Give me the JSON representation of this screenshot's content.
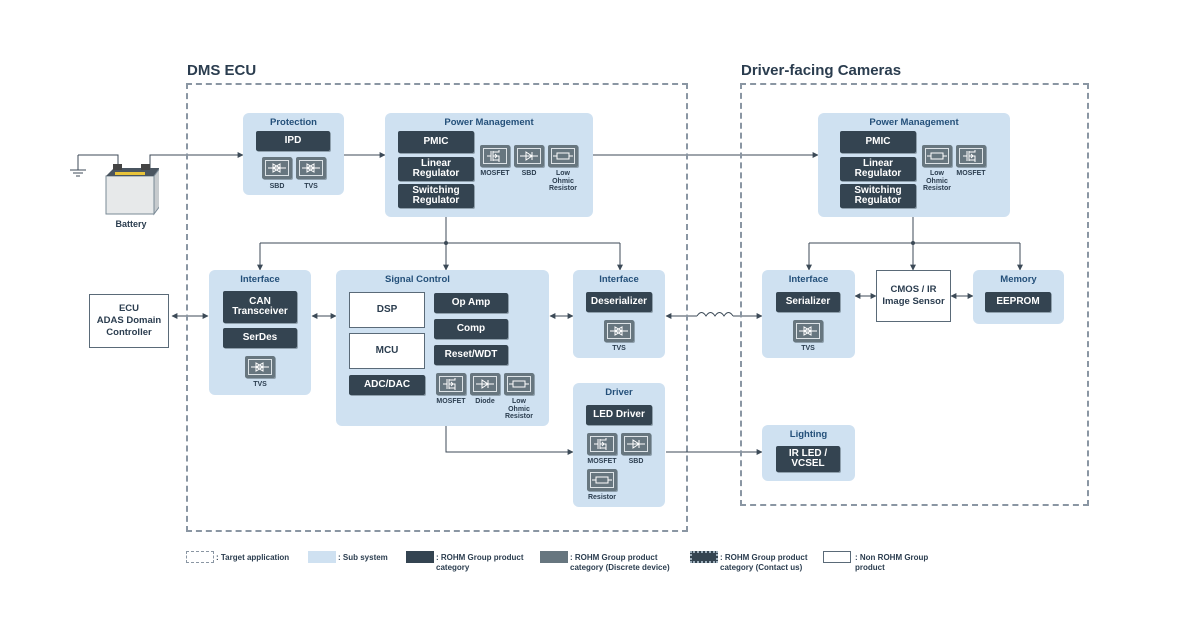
{
  "dms_ecu": {
    "title": "DMS ECU",
    "battery": "Battery",
    "ecu_external": "ECU\nADAS Domain\nController",
    "protection": {
      "title": "Protection",
      "ipd": "IPD",
      "sbd": "SBD",
      "tvs": "TVS"
    },
    "power": {
      "title": "Power Management",
      "pmic": "PMIC",
      "linear": "Linear Regulator",
      "switching": "Switching Regulator",
      "mosfet": "MOSFET",
      "sbd": "SBD",
      "low_ohmic": "Low Ohmic Resistor"
    },
    "interface_left": {
      "title": "Interface",
      "can": "CAN Transceiver",
      "serdes": "SerDes",
      "tvs": "TVS"
    },
    "signal": {
      "title": "Signal Control",
      "dsp": "DSP",
      "mcu": "MCU",
      "adc": "ADC/DAC",
      "opamp": "Op Amp",
      "comp": "Comp",
      "reset": "Reset/WDT",
      "mosfet": "MOSFET",
      "diode": "Diode",
      "low_ohmic": "Low Ohmic Resistor"
    },
    "interface_right": {
      "title": "Interface",
      "deser": "Deserializer",
      "tvs": "TVS"
    },
    "driver": {
      "title": "Driver",
      "led": "LED Driver",
      "mosfet": "MOSFET",
      "sbd": "SBD",
      "resistor": "Resistor"
    }
  },
  "cameras": {
    "title": "Driver-facing Cameras",
    "power": {
      "title": "Power Management",
      "pmic": "PMIC",
      "linear": "Linear Regulator",
      "switching": "Switching Regulator",
      "low_ohmic": "Low Ohmic Resistor",
      "mosfet": "MOSFET"
    },
    "interface": {
      "title": "Interface",
      "ser": "Serializer",
      "tvs": "TVS"
    },
    "cmos": "CMOS / IR\nImage Sensor",
    "memory": {
      "title": "Memory",
      "eeprom": "EEPROM"
    },
    "lighting": {
      "title": "Lighting",
      "irled": "IR LED /\nVCSEL"
    }
  },
  "legend": {
    "target": ": Target application",
    "sub": ": Sub system",
    "rohm": ": ROHM Group product category",
    "rohm_disc": ": ROHM Group product category (Discrete device)",
    "rohm_contact": ": ROHM Group product category (Contact us)",
    "non_rohm": ": Non ROHM Group product"
  },
  "colors": {
    "subsystem": "#cfe1f1",
    "product": "#344451",
    "discrete": "#67767f",
    "line": "#3c4a57",
    "border": "#8a96a3"
  }
}
